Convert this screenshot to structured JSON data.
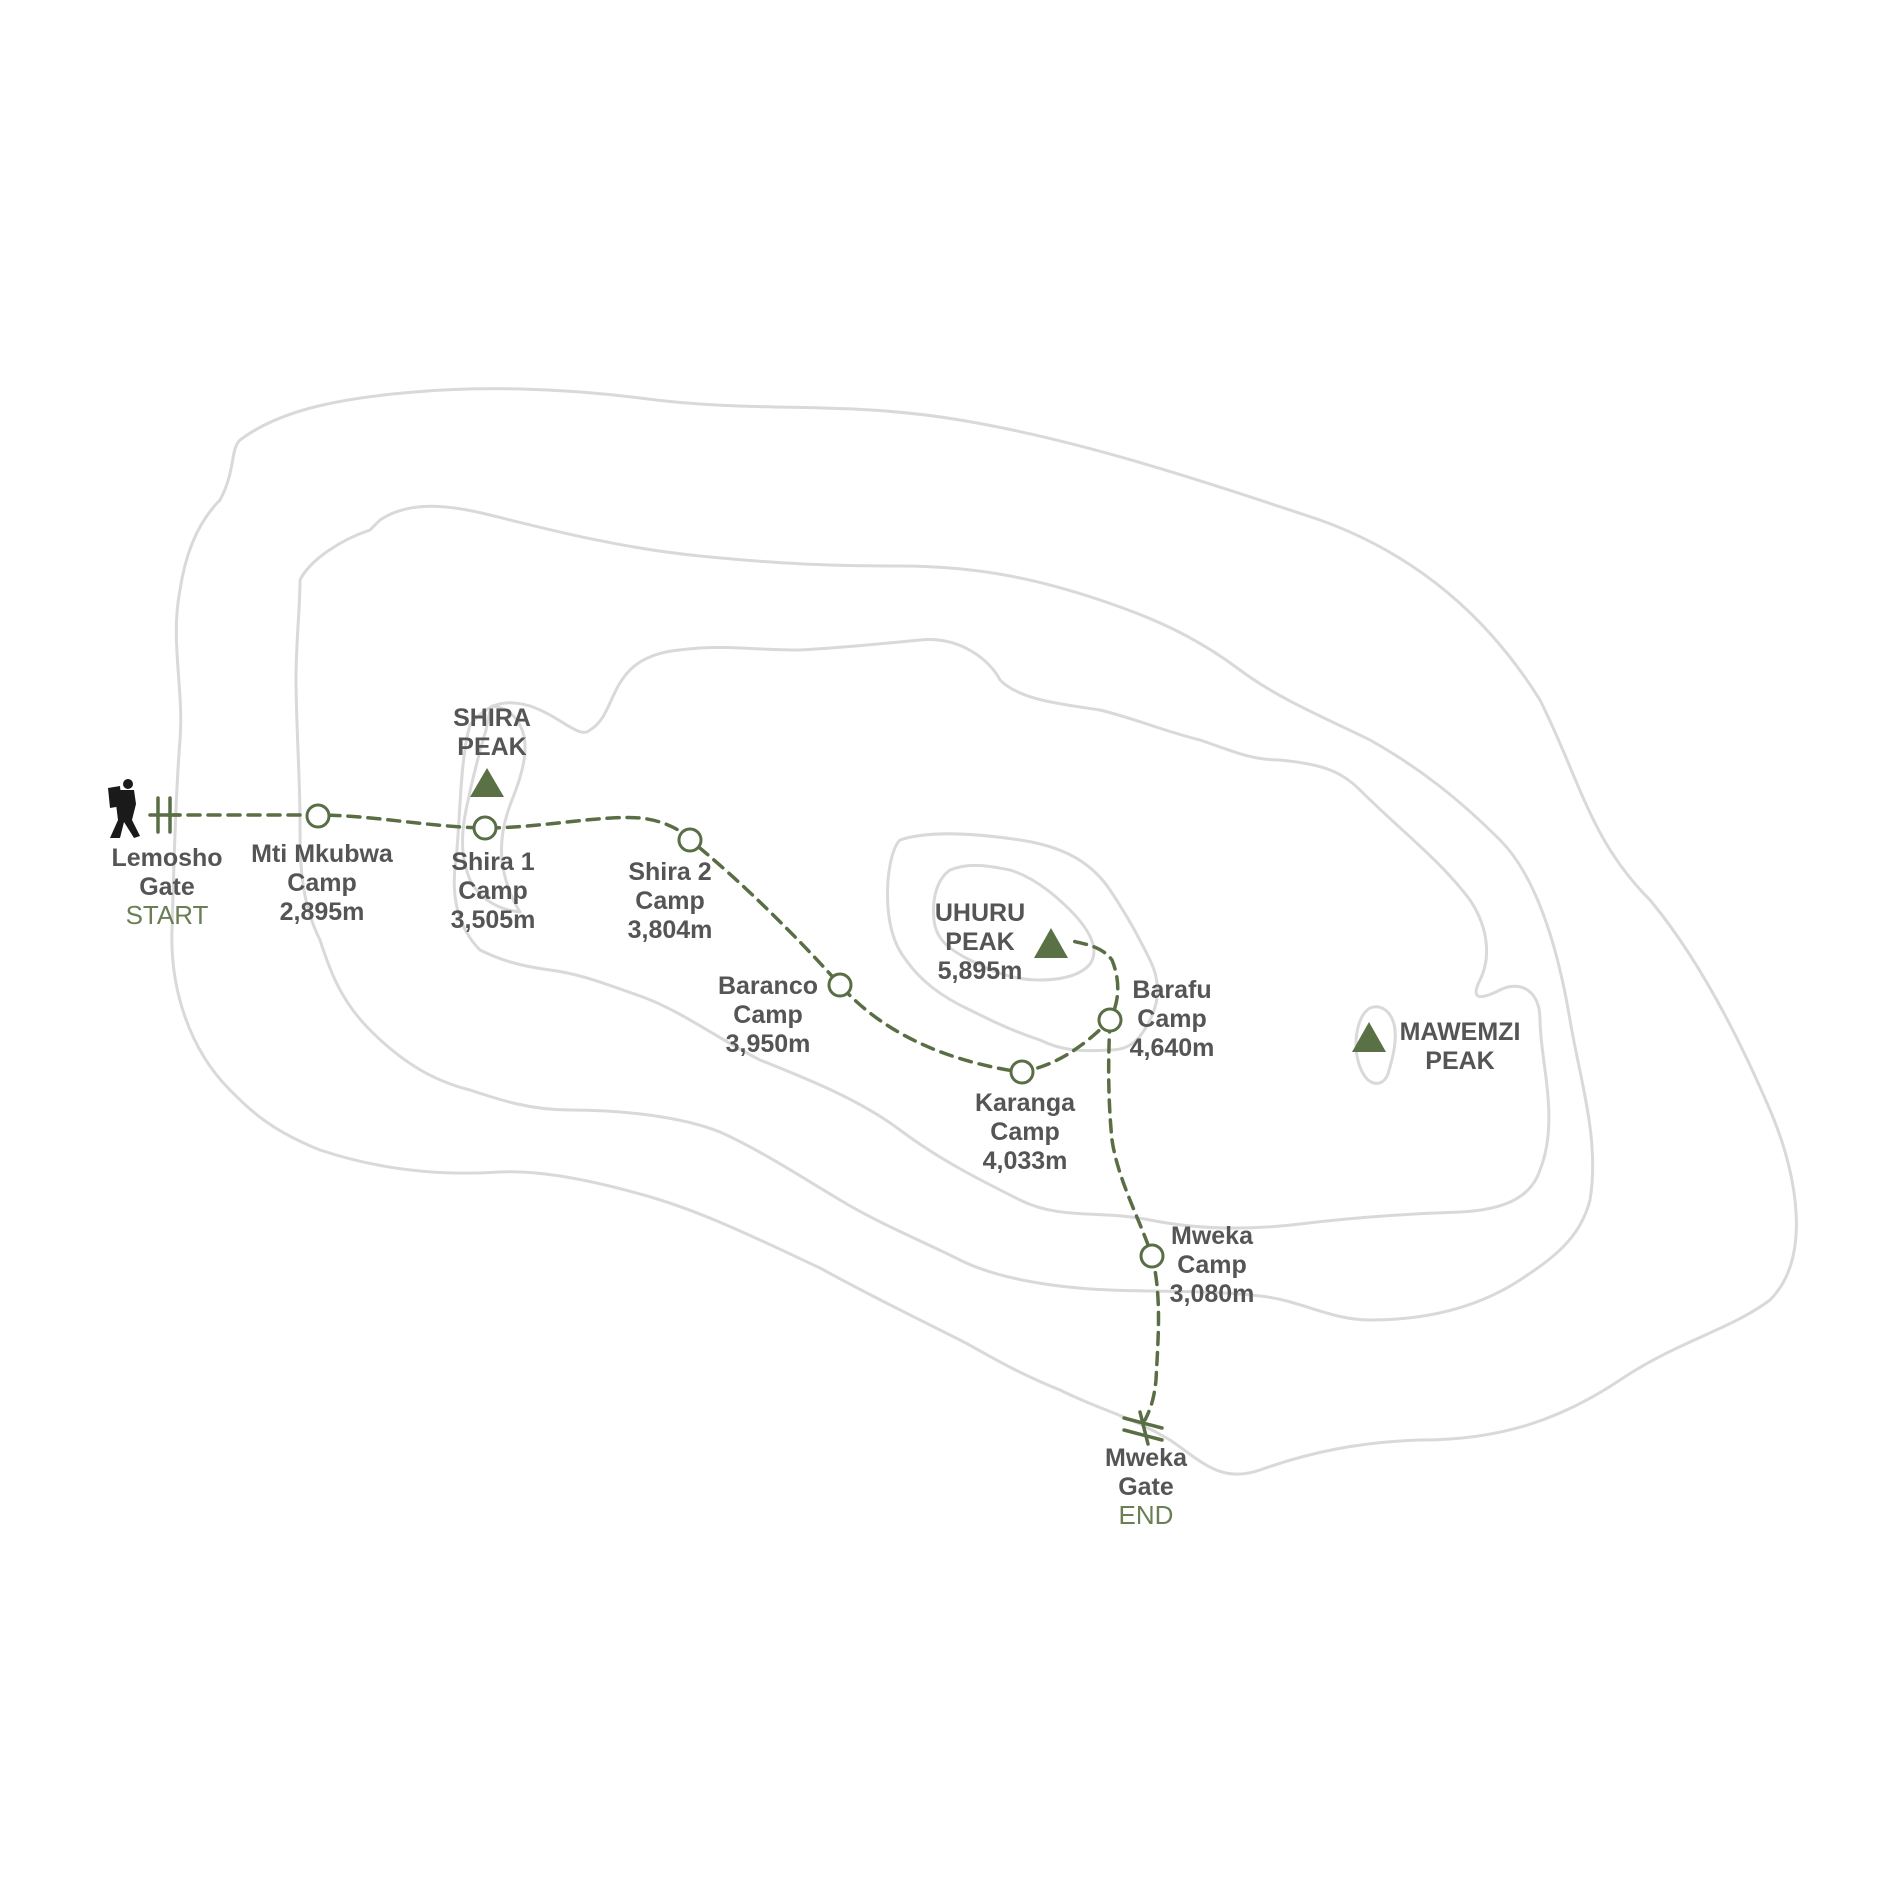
{
  "colors": {
    "route": "#5a6e45",
    "peak": "#5a7146",
    "contour": "#d9d9d9",
    "text": "#555555",
    "tag": "#6a7f55"
  },
  "icons": {
    "hiker": "hiker-silhouette-icon",
    "gate": "gate-marker-icon",
    "peak": "peak-triangle-icon",
    "camp": "camp-circle-icon"
  },
  "gates": {
    "start": {
      "name_line1": "Lemosho",
      "name_line2": "Gate",
      "tag": "START"
    },
    "end": {
      "name_line1": "Mweka",
      "name_line2": "Gate",
      "tag": "END"
    }
  },
  "camps": [
    {
      "id": "mti-mkubwa",
      "line1": "Mti Mkubwa",
      "line2": "Camp",
      "elevation": "2,895m"
    },
    {
      "id": "shira-1",
      "line1": "Shira 1",
      "line2": "Camp",
      "elevation": "3,505m"
    },
    {
      "id": "shira-2",
      "line1": "Shira 2",
      "line2": "Camp",
      "elevation": "3,804m"
    },
    {
      "id": "baranco",
      "line1": "Baranco",
      "line2": "Camp",
      "elevation": "3,950m"
    },
    {
      "id": "karanga",
      "line1": "Karanga",
      "line2": "Camp",
      "elevation": "4,033m"
    },
    {
      "id": "barafu",
      "line1": "Barafu",
      "line2": "Camp",
      "elevation": "4,640m"
    },
    {
      "id": "mweka",
      "line1": "Mweka",
      "line2": "Camp",
      "elevation": "3,080m"
    }
  ],
  "peaks": [
    {
      "id": "shira",
      "line1": "SHIRA",
      "line2": "PEAK"
    },
    {
      "id": "uhuru",
      "line1": "UHURU",
      "line2": "PEAK",
      "elevation": "5,895m"
    },
    {
      "id": "mawemzi",
      "line1": "MAWEMZI",
      "line2": "PEAK"
    }
  ]
}
